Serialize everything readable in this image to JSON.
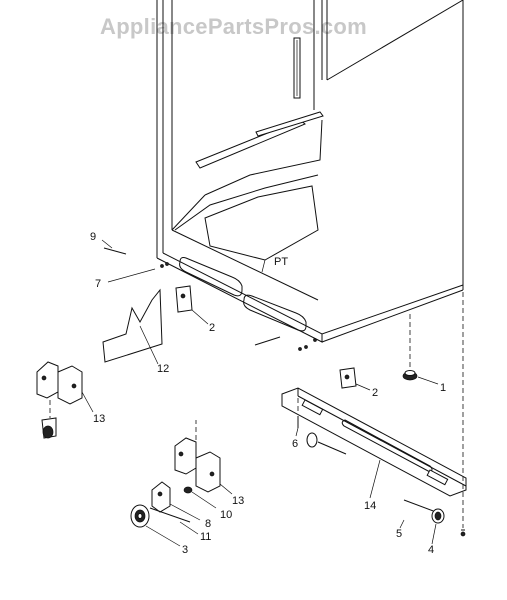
{
  "watermark": "AppliancePartsPros.com",
  "callouts": {
    "c1": "1",
    "c2a": "2",
    "c2b": "2",
    "c3": "3",
    "c4": "4",
    "c5": "5",
    "c6": "6",
    "c7": "7",
    "c8": "8",
    "c9": "9",
    "c10": "10",
    "c11": "11",
    "c12": "12",
    "c13a": "13",
    "c13b": "13",
    "c14": "14"
  }
}
